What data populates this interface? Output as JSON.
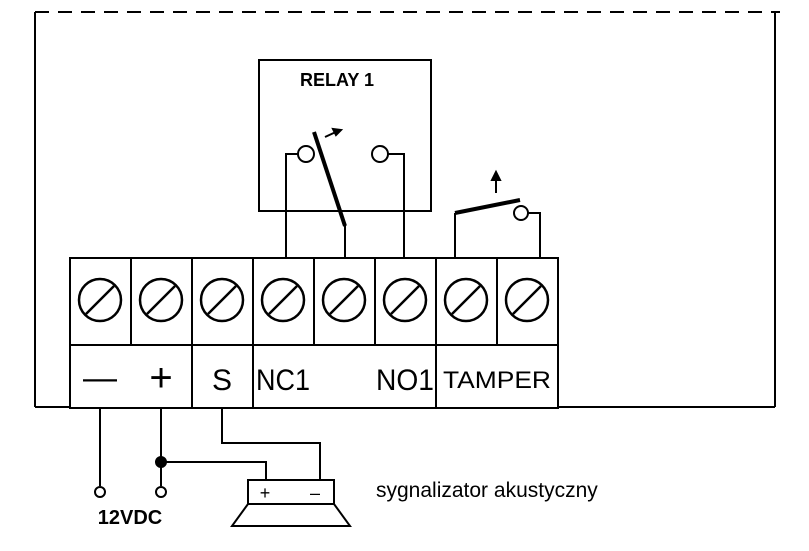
{
  "relay": {
    "title": "RELAY 1"
  },
  "terminals": {
    "labels": [
      "—",
      "+",
      "S",
      "NC1",
      "NO1",
      "TAMPER"
    ]
  },
  "power": {
    "label": "12VDC"
  },
  "siren": {
    "label": "sygnalizator akustyczny",
    "plus": "+",
    "minus": "–"
  },
  "colors": {
    "line": "#000000",
    "background": "#ffffff"
  },
  "icons": [
    "screw-terminal-icon",
    "relay-contact-icon",
    "tamper-switch-icon",
    "speaker-icon"
  ]
}
